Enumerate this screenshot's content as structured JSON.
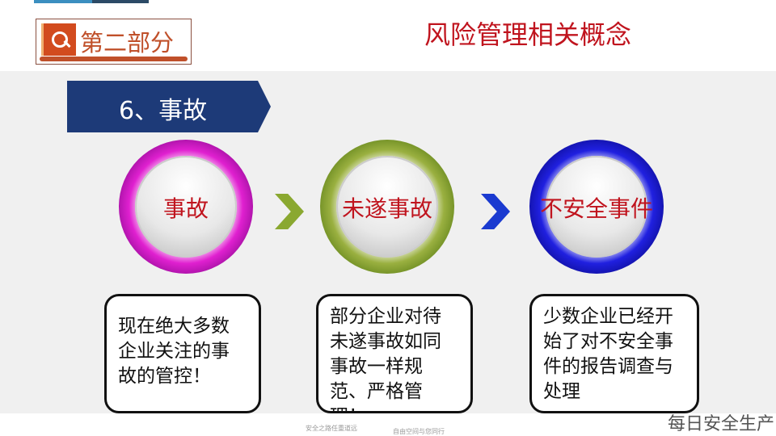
{
  "header": {
    "section_label": "第二部分",
    "section_icon": "target-search-icon",
    "title": "风险管理相关概念"
  },
  "tag": {
    "label": "6、事故"
  },
  "circles": [
    {
      "label": "事故",
      "color": "#e020d0"
    },
    {
      "label": "未遂事故",
      "color": "#8aa830"
    },
    {
      "label": "不安全事件",
      "color": "#2020e0"
    }
  ],
  "boxes": [
    {
      "text": "现在绝大多数企业关注的事故的管控！"
    },
    {
      "text": "部分企业对待未遂事故如同事故一样规范、严格管理！"
    },
    {
      "text": "少数企业已经开始了对不安全事件的报告调查与处理"
    }
  ],
  "watermark": "每日安全生产",
  "footer": {
    "left": "安全之路任重道远",
    "right": "自由空间与您同行"
  }
}
